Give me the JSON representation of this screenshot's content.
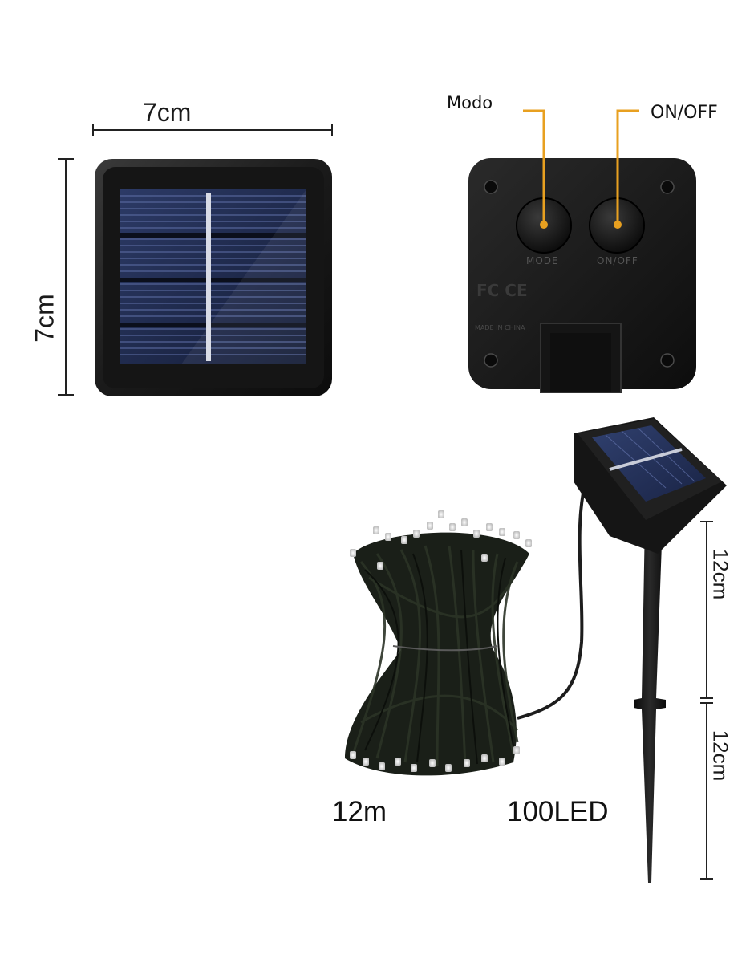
{
  "panel_front": {
    "width_label": "7cm",
    "height_label": "7cm"
  },
  "panel_back": {
    "modo_label": "Modo",
    "onoff_label": "ON/OFF",
    "button_mode_print": "MODE",
    "button_onoff_print": "ON/OFF",
    "cert_marks": "FC CE",
    "made_in": "MADE IN CHINA"
  },
  "string_light": {
    "length_label": "12m",
    "led_count_label": "100LED"
  },
  "stake": {
    "upper_label": "12cm",
    "lower_label": "12cm"
  },
  "colors": {
    "accent_orange": "#e8a020",
    "panel_black": "#111111",
    "cell_blue": "#23325a"
  }
}
